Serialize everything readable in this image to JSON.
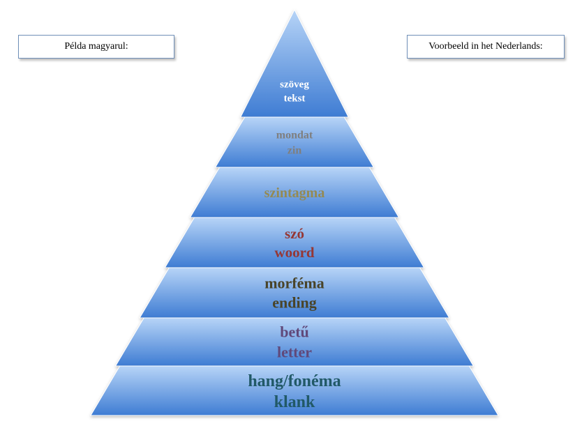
{
  "labels": {
    "left": "Példa magyarul:",
    "right": "Voorbeeld in het Nederlands:"
  },
  "tiers": [
    {
      "lines": [
        "szöveg",
        "tekst"
      ],
      "color": "#ffffff"
    },
    {
      "lines": [
        "mondat",
        "zin"
      ],
      "color": "#7f7f7f"
    },
    {
      "lines": [
        "szintagma"
      ],
      "color": "#948a54"
    },
    {
      "lines": [
        "szó",
        "woord"
      ],
      "color": "#953735"
    },
    {
      "lines": [
        "morféma",
        "ending"
      ],
      "color": "#494429"
    },
    {
      "lines": [
        "betű",
        "letter"
      ],
      "color": "#60497a"
    },
    {
      "lines": [
        "hang/fonéma",
        "klank"
      ],
      "color": "#215967"
    }
  ]
}
